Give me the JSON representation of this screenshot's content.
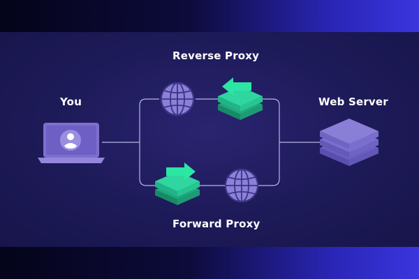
{
  "labels": {
    "reverse_proxy": "Reverse Proxy",
    "forward_proxy": "Forward Proxy",
    "you": "You",
    "web_server": "Web Server"
  },
  "colors": {
    "proxy_green": "#2fd6a0",
    "arrow_green": "#2ce6a3",
    "globe_purple": "#8c80d8",
    "server_purple": "#8a7fd6",
    "laptop_purple": "#7e6fce",
    "line": "#b9b6e6"
  },
  "icons": {
    "laptop": "laptop-user-icon",
    "globe": "globe-icon",
    "server": "server-stack-icon",
    "proxy_reverse": "proxy-server-arrow-left-icon",
    "proxy_forward": "proxy-server-arrow-right-icon"
  }
}
